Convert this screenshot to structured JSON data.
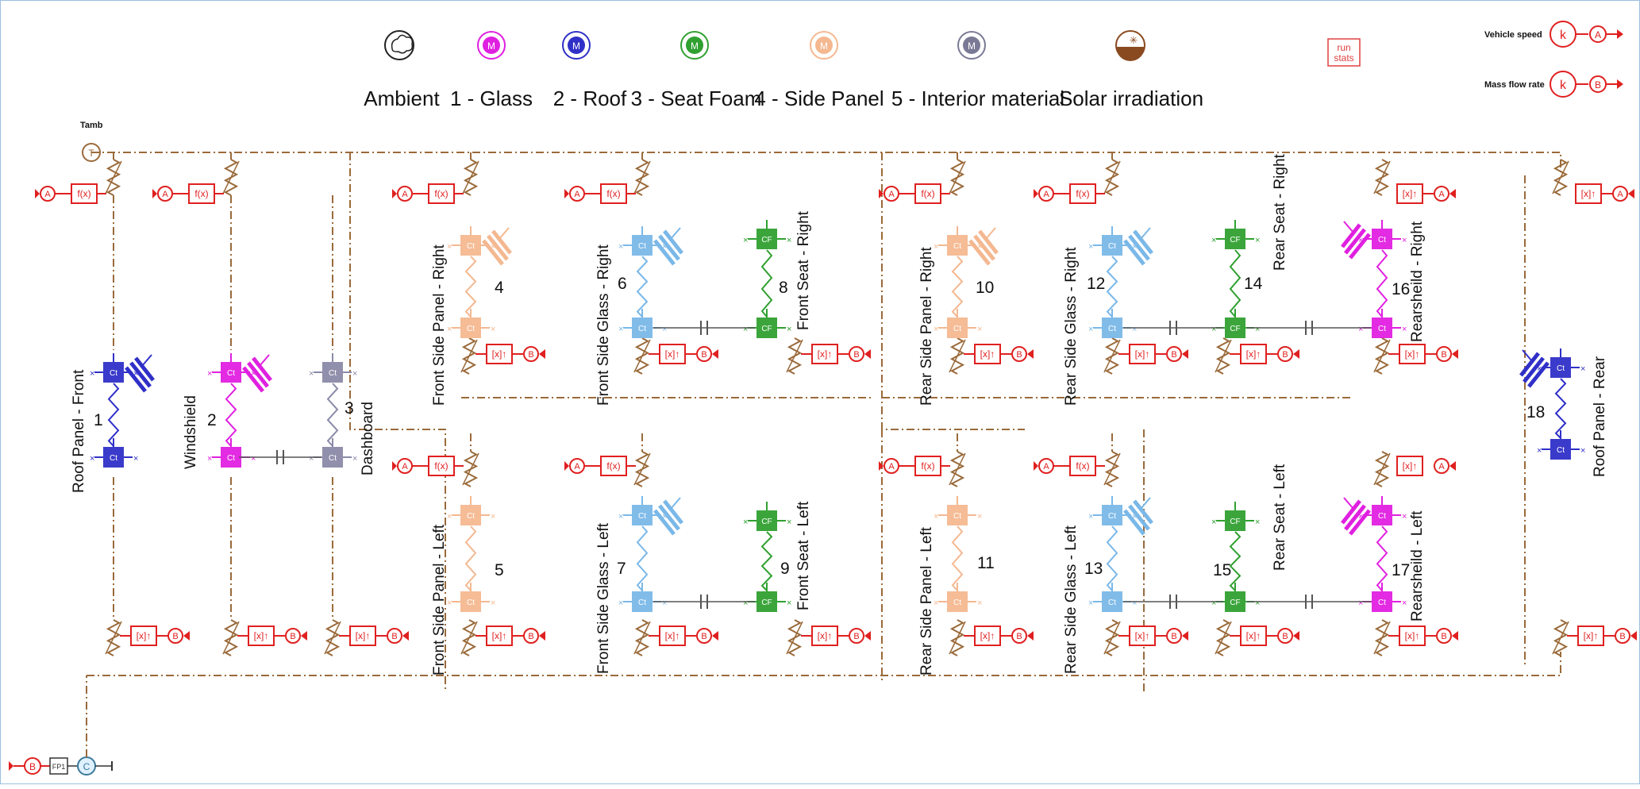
{
  "legend": [
    {
      "label": "Ambient",
      "glyph": "",
      "color": "#222222"
    },
    {
      "label": "1 - Glass",
      "glyph": "M",
      "color": "#e020e0"
    },
    {
      "label": "2 - Roof",
      "glyph": "M",
      "color": "#3030c8"
    },
    {
      "label": "3 - Seat Foam",
      "glyph": "M",
      "color": "#30a030"
    },
    {
      "label": "4 - Side Panel",
      "glyph": "M",
      "color": "#f4b890"
    },
    {
      "label": "5 - Interior material",
      "glyph": "M",
      "color": "#7a7a96"
    },
    {
      "label": "Solar irradiation",
      "glyph": "",
      "color": "#8a4a20"
    }
  ],
  "run_stats": {
    "label": "run\nstats"
  },
  "inputs": {
    "vehicle_speed": "Vehicle speed",
    "mass_flow_rate": "Mass flow rate",
    "k": "k",
    "A": "A",
    "B": "B"
  },
  "tamb": {
    "label": "Tamb",
    "symbol": "T"
  },
  "symbols": {
    "fx": "f(x)",
    "xy": "[x]↑",
    "ct": "Ct",
    "cf": "CF",
    "fp": "FP1",
    "c": "C"
  },
  "colors": {
    "glass": "#e020e0",
    "glass_light": "#7ab8e8",
    "roof": "#3030c8",
    "foam": "#30a030",
    "side": "#f4b890",
    "interior": "#8a8aa8",
    "wire": "#9a6a3a",
    "signal": "#e02020"
  },
  "components": [
    {
      "id": "1",
      "name": "Roof Panel - Front",
      "type": "roof"
    },
    {
      "id": "2",
      "name": "Windshield",
      "type": "glass"
    },
    {
      "id": "3",
      "name": "Dashboard",
      "type": "interior"
    },
    {
      "id": "4",
      "name": "Front Side Panel - Right",
      "type": "side"
    },
    {
      "id": "5",
      "name": "Front Side Panel - Left",
      "type": "side"
    },
    {
      "id": "6",
      "name": "Front Side Glass - Right",
      "type": "glass_light"
    },
    {
      "id": "7",
      "name": "Front Side Glass - Left",
      "type": "glass_light"
    },
    {
      "id": "8",
      "name": "Front Seat - Right",
      "type": "foam"
    },
    {
      "id": "9",
      "name": "Front Seat - Left",
      "type": "foam"
    },
    {
      "id": "10",
      "name": "Rear Side Panel - Right",
      "type": "side"
    },
    {
      "id": "11",
      "name": "Rear Side Panel - Left",
      "type": "side"
    },
    {
      "id": "12",
      "name": "Rear Side Glass - Right",
      "type": "glass_light"
    },
    {
      "id": "13",
      "name": "Rear Side Glass - Left",
      "type": "glass_light"
    },
    {
      "id": "14",
      "name": "Rear Seat - Right",
      "type": "foam"
    },
    {
      "id": "15",
      "name": "Rear Seat - Left",
      "type": "foam"
    },
    {
      "id": "16",
      "name": "Rearsheild - Right",
      "type": "glass"
    },
    {
      "id": "17",
      "name": "Rearsheild - Left",
      "type": "glass"
    },
    {
      "id": "18",
      "name": "Roof Panel - Rear",
      "type": "roof"
    }
  ]
}
